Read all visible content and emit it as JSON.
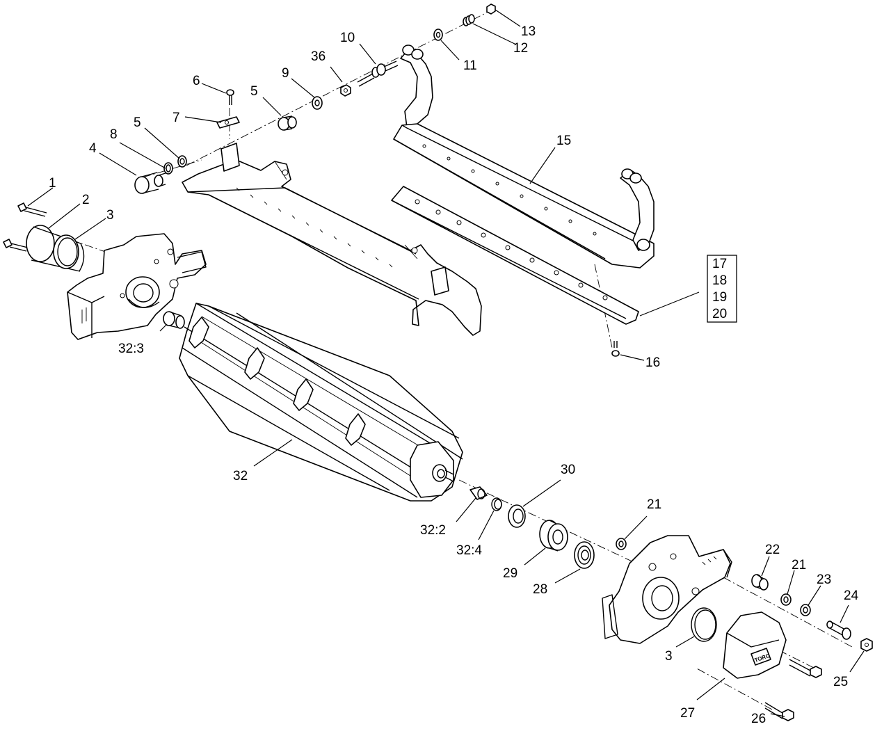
{
  "callouts": {
    "c1": "1",
    "c2": "2",
    "c3a": "3",
    "c3b": "3",
    "c4": "4",
    "c5a": "5",
    "c5b": "5",
    "c6": "6",
    "c7": "7",
    "c8": "8",
    "c9": "9",
    "c10": "10",
    "c11": "11",
    "c12": "12",
    "c13": "13",
    "c15": "15",
    "c16": "16",
    "c21a": "21",
    "c21b": "21",
    "c22": "22",
    "c23": "23",
    "c24": "24",
    "c25": "25",
    "c26": "26",
    "c27": "27",
    "c28": "28",
    "c29": "29",
    "c30": "30",
    "c32": "32",
    "c32_2": "32:2",
    "c32_3": "32:3",
    "c32_4": "32:4",
    "c36": "36"
  },
  "kit_box": [
    "17",
    "18",
    "19",
    "20"
  ],
  "logo_text": "TORO"
}
